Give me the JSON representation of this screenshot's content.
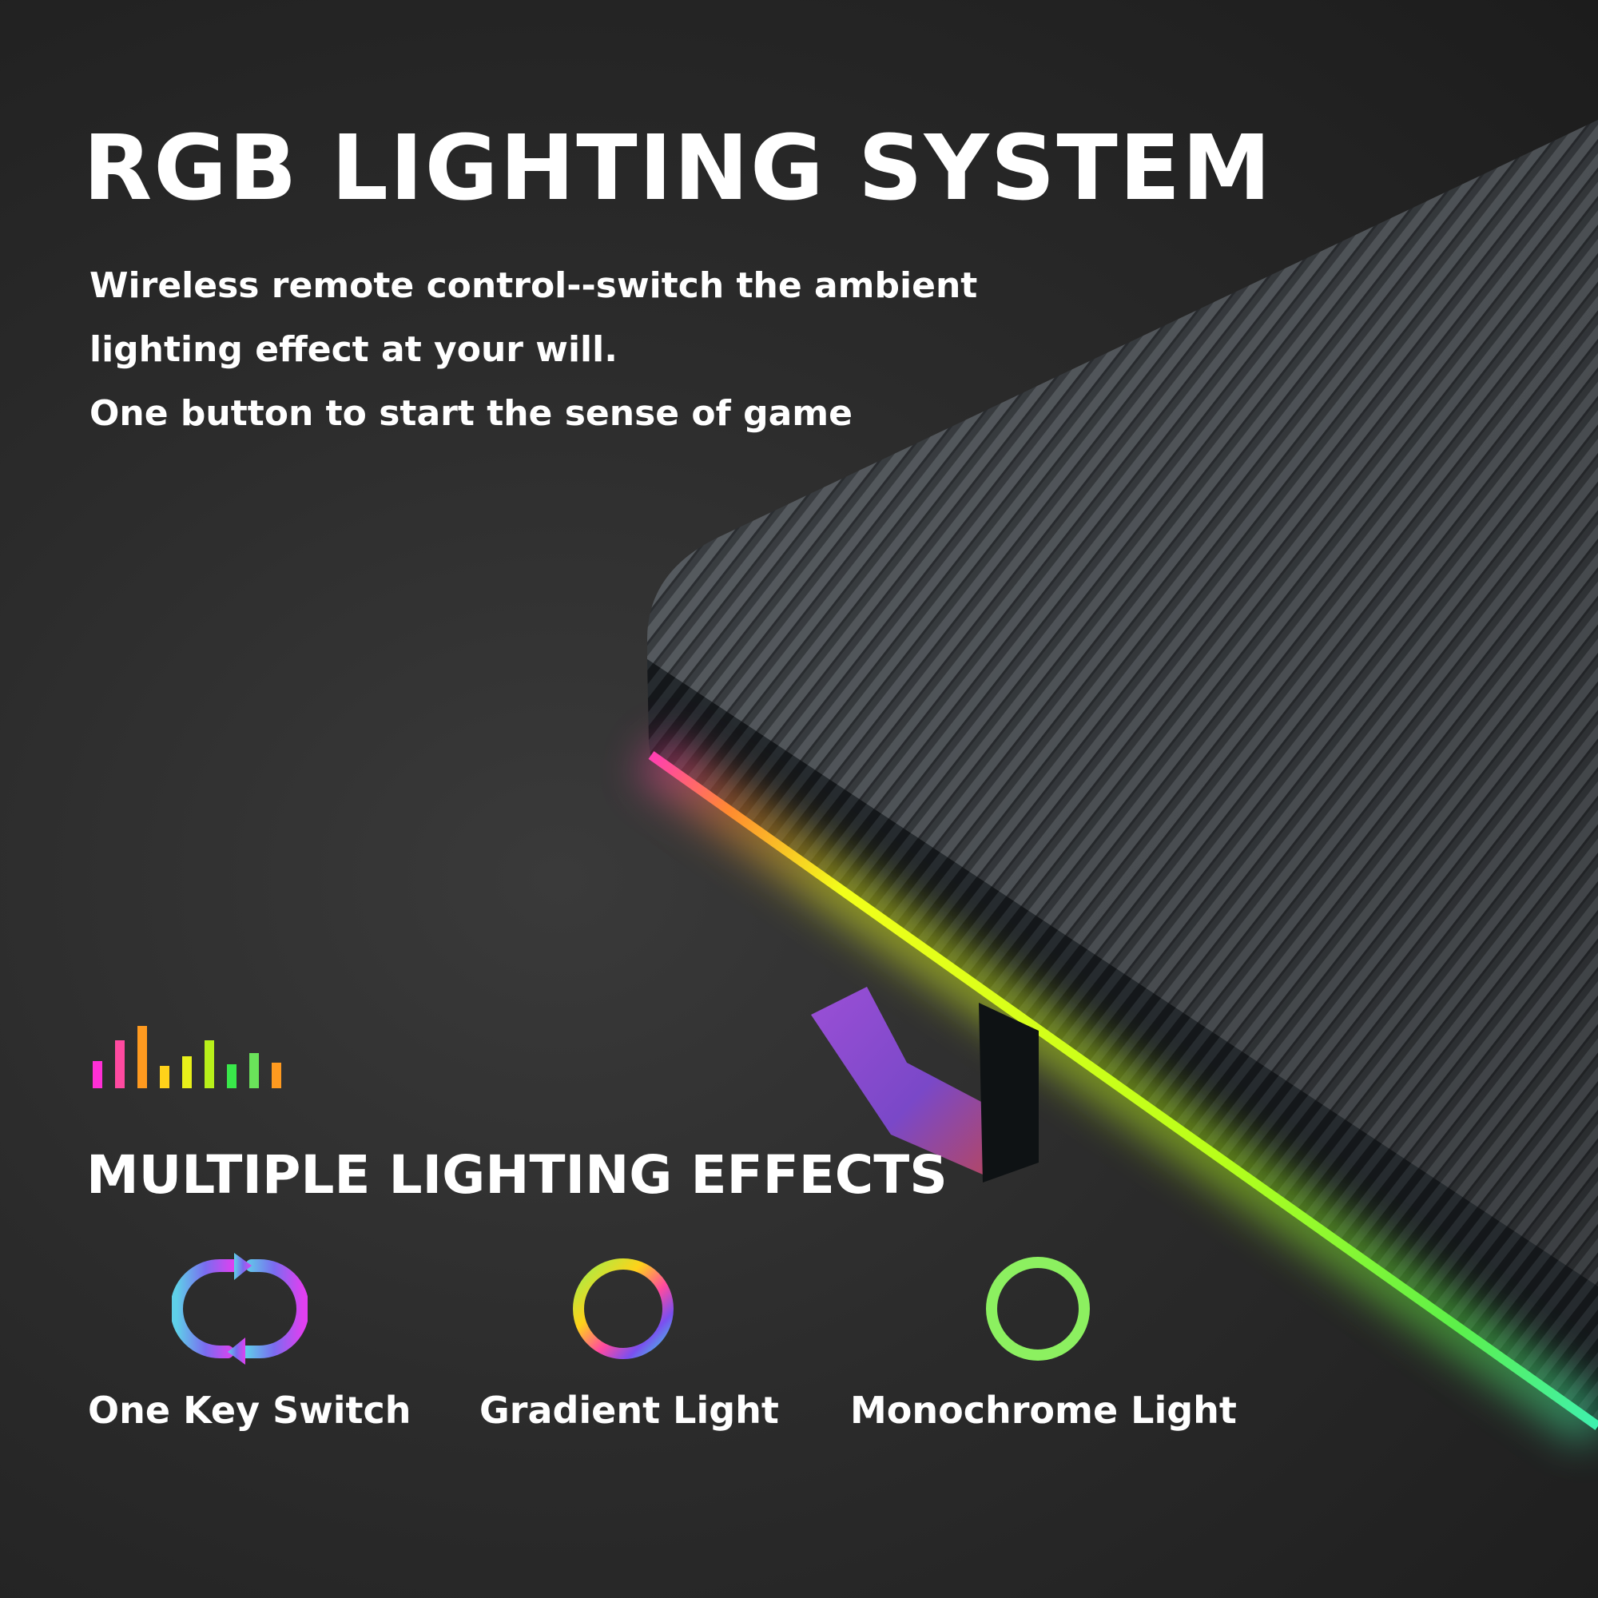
{
  "title": "RGB LIGHTING SYSTEM",
  "description": [
    "Wireless remote control--switch the ambient",
    "lighting effect at your will.",
    "One button to start the sense of game"
  ],
  "subtitle": "MULTIPLE LIGHTING EFFECTS",
  "effects": [
    {
      "label": "One Key Switch",
      "icon": "cycle-arrows-icon"
    },
    {
      "label": "Gradient Light",
      "icon": "gradient-ring-icon"
    },
    {
      "label": "Monochrome Light",
      "icon": "green-ring-icon"
    }
  ],
  "colors": {
    "background": "#2b2b2b",
    "text": "#ffffff",
    "monochrome": "#8cf060"
  },
  "equalizer_colors": [
    "#ff2fd6",
    "#ff4aa0",
    "#ff9a1f",
    "#ffd21a",
    "#e8f01a",
    "#b8f01a",
    "#39e84a",
    "#6ae35a",
    "#ff9a1f"
  ]
}
